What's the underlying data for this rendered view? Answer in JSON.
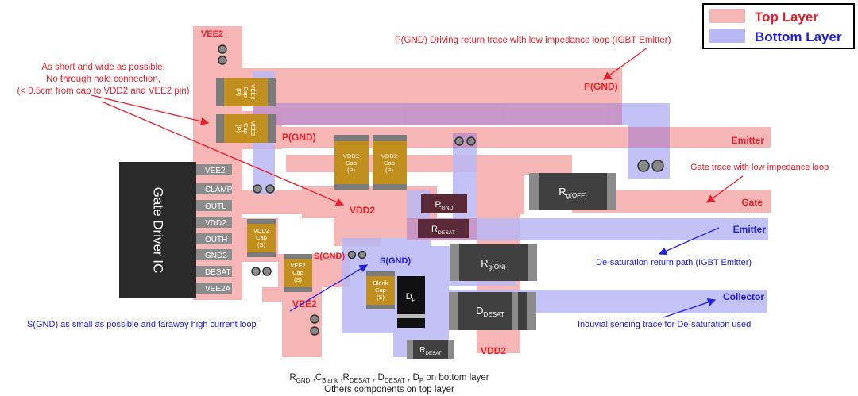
{
  "legend": {
    "top": "Top Layer",
    "bottom": "Bottom Layer"
  },
  "ic": {
    "title": "Gate Driver IC",
    "pins": [
      "VEE2",
      "CLAMP",
      "OUTL",
      "VDD2",
      "OUTH",
      "GND2",
      "DESAT",
      "VEE2A"
    ]
  },
  "caps": {
    "vee2_cap_1": "VEE2\nCap\n(P)",
    "vee2_cap_2": "VEE2\nCap\n(P)",
    "vdd2_cap_1": "VDD2\nCap\n(P)",
    "vdd2_cap_2": "VDD2\nCap\n(P)",
    "vdd2_cap_s": "VDD2\nCap\n(S)",
    "vee2_cap_s": "VEE2\nCap\n(S)",
    "blank_cap_s": "Blank\nCap\n(S)"
  },
  "components": {
    "rgoff": {
      "main": "R",
      "sub": "g(OFF)"
    },
    "rgnd": {
      "main": "R",
      "sub": "GND"
    },
    "rdesat_top": {
      "main": "R",
      "sub": "DESAT"
    },
    "rgon": {
      "main": "R",
      "sub": "g(ON)"
    },
    "dp": {
      "main": "D",
      "sub": "P"
    },
    "ddesat": {
      "main": "D",
      "sub": "DESAT"
    },
    "rdesat_bottom": {
      "main": "R",
      "sub": "DESAT"
    }
  },
  "labels": {
    "vee2_top": "VEE2",
    "pgnd_right": "P(GND)",
    "pgnd_left": "P(GND)",
    "vdd2_mid": "VDD2",
    "sgnd_left": "S(GND)",
    "sgnd_right": "S(GND)",
    "vee2_bottom": "VEE2",
    "vdd2_bottom": "VDD2",
    "emitter_top": "Emitter",
    "gate": "Gate",
    "emitter_bottom": "Emitter",
    "collector": "Collector"
  },
  "annotations": {
    "short_wide": [
      "As short and wide as possible,",
      "No through hole connection,",
      "(< 0.5cm from cap to VDD2 and VEE2 pin)"
    ],
    "pgnd_return": "P(GND) Driving return trace with low impedance loop (IGBT Emitter)",
    "gate_trace": "Gate trace with low impedance loop",
    "desat_return": "De-saturation return path (IGBT Emitter)",
    "sgnd_small": "S(GND) as small as possible and faraway high current loop",
    "induvial": "Induvial sensing trace for De-saturation used"
  },
  "footnote": {
    "line2": "Others components on top layer",
    "parts": [
      {
        "main": "R",
        "sub": "GND",
        "sep": " ,"
      },
      {
        "main": "C",
        "sub": "Blank",
        "sep": " ,"
      },
      {
        "main": "R",
        "sub": "DESAT",
        "sep": " , "
      },
      {
        "main": "D",
        "sub": "DESAT",
        "sep": " , "
      },
      {
        "main": "D",
        "sub": "P",
        "sep": " on bottom layer"
      }
    ]
  },
  "colors": {
    "top_layer": "#f7b6b6",
    "bottom_layer": "#b8b8f5",
    "overlap": "#c98ab8",
    "red_text": "#e8202a",
    "blue_text": "#2020e0"
  }
}
